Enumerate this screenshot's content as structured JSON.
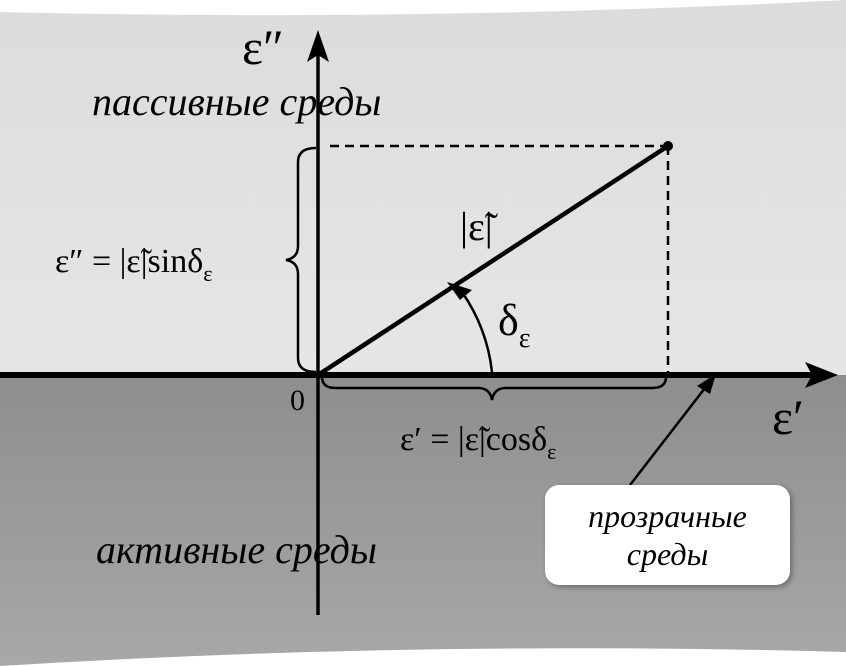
{
  "axes": {
    "y_label": "ε″",
    "x_label": "ε′",
    "origin_label": "0"
  },
  "regions": {
    "upper": "пассивные среды",
    "lower": "активные среды"
  },
  "vector": {
    "magnitude_label": "|ε̃|",
    "angle_label": "δ",
    "angle_subscript": "ε"
  },
  "formulas": {
    "imag": {
      "lhs": "ε″ = ",
      "mag": "|ε̃|",
      "fn": "sin",
      "angle": "δ",
      "sub": "ε"
    },
    "real": {
      "lhs": "ε′ = ",
      "mag": "|ε̃|",
      "fn": "cos",
      "angle": "δ",
      "sub": "ε"
    }
  },
  "callout": {
    "line1": "прозрачные",
    "line2": "среды"
  },
  "colors": {
    "upper_bg": "#e4e4e4",
    "lower_bg": "#9a9a9a",
    "ink": "#000000"
  }
}
